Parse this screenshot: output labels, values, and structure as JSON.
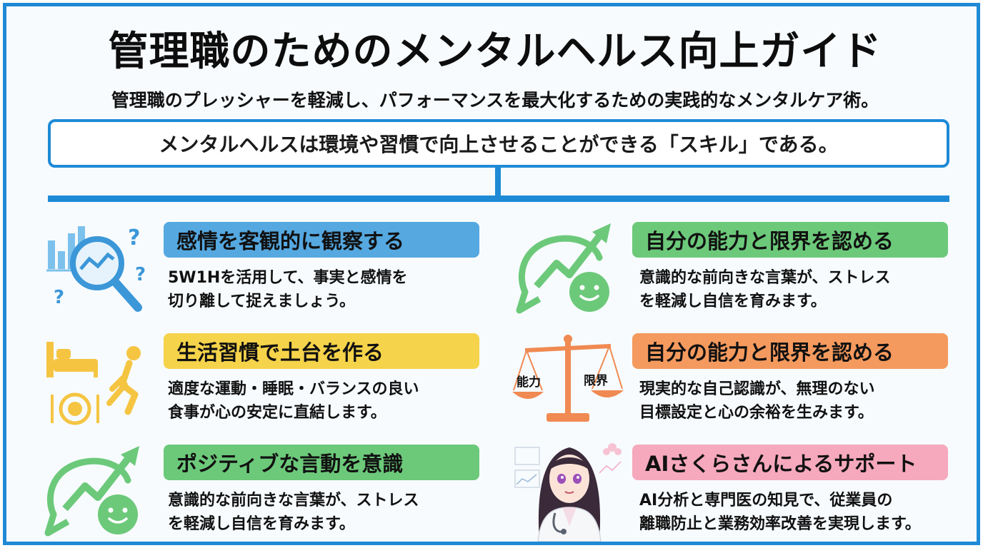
{
  "header": {
    "title": "管理職のためのメンタルヘルス向上ガイド",
    "subtitle": "管理職のプレッシャーを軽減し、パフォーマンスを最大化するための実践的なメンタルケア術。",
    "key_message": "メンタルヘルスは環境や習慣で向上させることができる「スキル」である。"
  },
  "left_cards": [
    {
      "title": "感情を客観的に観察する",
      "line1": "5W1Hを活用して、事実と感情を",
      "line2": "切り離して捉えましょう。",
      "color": "#55a8e0",
      "icon": "magnifier-chart-icon"
    },
    {
      "title": "生活習慣で土台を作る",
      "line1": "適度な運動・睡眠・バランスの良い",
      "line2": "食事が心の安定に直結します。",
      "color": "#f5d34a",
      "icon": "lifestyle-icon"
    },
    {
      "title": "ポジティブな言動を意識",
      "line1": "意識的な前向きな言葉が、ストレス",
      "line2": "を軽減し自信を育みます。",
      "color": "#6cc97a",
      "icon": "positive-speech-icon"
    }
  ],
  "right_cards": [
    {
      "title": "自分の能力と限界を認める",
      "line1": "意識的な前向きな言葉が、ストレス",
      "line2": "を軽減し自信を育みます。",
      "color": "#6cc97a",
      "icon": "positive-speech-icon"
    },
    {
      "title": "自分の能力と限界を認める",
      "line1": "現実的な自己認識が、無理のない",
      "line2": "目標設定と心の余裕を生みます。",
      "color": "#f59a5e",
      "icon": "balance-scale-icon"
    },
    {
      "title": "AIさくらさんによるサポート",
      "line1": "AI分析と専門医の知見で、従業員の",
      "line2": "離職防止と業務効率改善を実現します。",
      "color": "#f6a9bd",
      "icon": "ai-doctor-avatar-icon"
    }
  ],
  "scale_labels": {
    "left": "能力",
    "right": "限界"
  }
}
